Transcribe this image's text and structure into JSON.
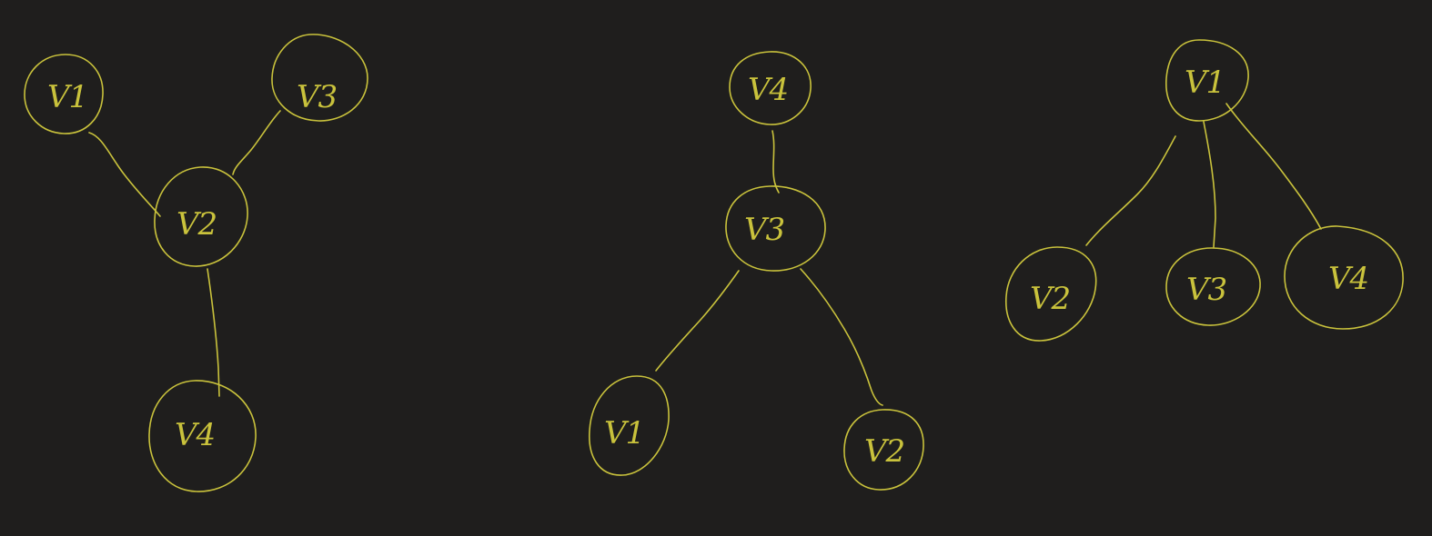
{
  "colors": {
    "background": "#1f1e1d",
    "ink": "#c9c23c"
  },
  "trees": [
    {
      "nodes": [
        {
          "id": "v1",
          "label": "V1"
        },
        {
          "id": "v3",
          "label": "V3"
        },
        {
          "id": "v2",
          "label": "V2"
        },
        {
          "id": "v4",
          "label": "V4"
        }
      ],
      "edges": [
        [
          "v1",
          "v2"
        ],
        [
          "v3",
          "v2"
        ],
        [
          "v2",
          "v4"
        ]
      ]
    },
    {
      "nodes": [
        {
          "id": "v4",
          "label": "V4"
        },
        {
          "id": "v3",
          "label": "V3"
        },
        {
          "id": "v1",
          "label": "V1"
        },
        {
          "id": "v2",
          "label": "V2"
        }
      ],
      "edges": [
        [
          "v4",
          "v3"
        ],
        [
          "v3",
          "v1"
        ],
        [
          "v3",
          "v2"
        ]
      ]
    },
    {
      "nodes": [
        {
          "id": "v1",
          "label": "V1"
        },
        {
          "id": "v2",
          "label": "V2"
        },
        {
          "id": "v3",
          "label": "V3"
        },
        {
          "id": "v4",
          "label": "V4"
        }
      ],
      "edges": [
        [
          "v1",
          "v2"
        ],
        [
          "v1",
          "v3"
        ],
        [
          "v1",
          "v4"
        ]
      ]
    }
  ]
}
